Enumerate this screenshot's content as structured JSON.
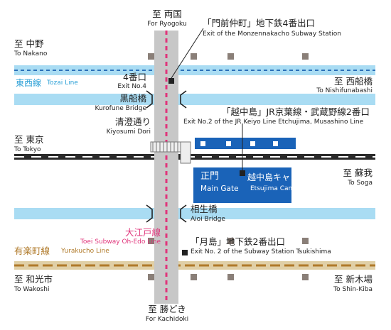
{
  "map": {
    "directions": {
      "north": {
        "jp": "至 両国",
        "en": "For Ryogoku"
      },
      "south": {
        "jp": "至 勝どき",
        "en": "For Kachidoki"
      },
      "nakano": {
        "jp": "至 中野",
        "en": "To Nakano"
      },
      "nishifunabashi": {
        "jp": "至 西船橋",
        "en": "To Nishifunabashi"
      },
      "tokyo": {
        "jp": "至 東京",
        "en": "To Tokyo"
      },
      "soga": {
        "jp": "至 蘇我",
        "en": "To Soga"
      },
      "wakoshi": {
        "jp": "至 和光市",
        "en": "To Wakoshi"
      },
      "shinkiba": {
        "jp": "至 新木場",
        "en": "To Shin-Kiba"
      }
    },
    "lines": {
      "tozai": {
        "jp": "東西線",
        "en": "Tozai Line",
        "color": "#2a9fd6"
      },
      "oedo": {
        "jp": "大江戸線",
        "en": "Toei Subway Oh-Edo Line",
        "color": "#e0357b"
      },
      "yurakucho": {
        "jp": "有楽町線",
        "en": "Yurakucho Line",
        "color": "#b07a2a"
      }
    },
    "exits": {
      "monzen": {
        "jp": "「門前仲町」地下鉄4番出口",
        "en": "Exit of the Monzennakacho Subway Station"
      },
      "exit4": {
        "jp": "4番口",
        "en": "Exit No.4"
      },
      "etchujima": {
        "jp": "「越中島」JR京葉線・武蔵野線2番口",
        "en": "Exit No.2 of the JR Keiyo Line Etchujima, Musashino Line"
      },
      "tsukishima": {
        "jp": "「月島」地下鉄2番出口",
        "en": "Exit No. 2 of the Subway Station Tsukishima"
      }
    },
    "bridges": {
      "kurofune": {
        "jp": "黒船橋",
        "en": "Kurofune Bridge"
      },
      "aioi": {
        "jp": "相生橋",
        "en": "Aioi Bridge"
      }
    },
    "street": {
      "jp": "清澄通り",
      "en": "Kiyosumi Dori"
    },
    "campus": {
      "gate_jp": "正門",
      "gate_en": "Main Gate",
      "name_jp": "越中島キャンパス",
      "name_en": "Etsujima Campus",
      "color": "#1a63b8"
    },
    "colors": {
      "river": "#a9dcf3",
      "road": "#c7c7c7",
      "rail": "#2a2a2a"
    }
  }
}
